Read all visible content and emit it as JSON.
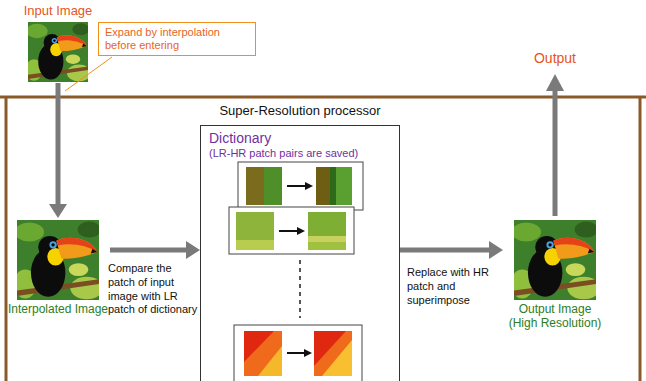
{
  "diagram": {
    "nodes": [
      {
        "text": [
          "Input Image"
        ]
      },
      {
        "text": [
          "Expand by interpolation before entering"
        ]
      },
      {
        "text": [
          "Super-Resolution processor",
          "Dictionary",
          "(LR-HR patch pairs are saved)"
        ]
      },
      {
        "text": [
          "Interpolated Image"
        ]
      },
      {
        "text": [
          "Output Image (High Resolution)"
        ]
      }
    ],
    "edges": [
      {
        "from": 0,
        "to": 3,
        "arrow": "to"
      },
      {
        "from": 3,
        "to": 2,
        "arrow": "to",
        "label": "Compare the patch of input image with LR patch of dictionary"
      },
      {
        "from": 2,
        "to": 4,
        "arrow": "to",
        "label": "Replace with HR patch and superimpose"
      }
    ],
    "labels": [
      "Output"
    ]
  }
}
